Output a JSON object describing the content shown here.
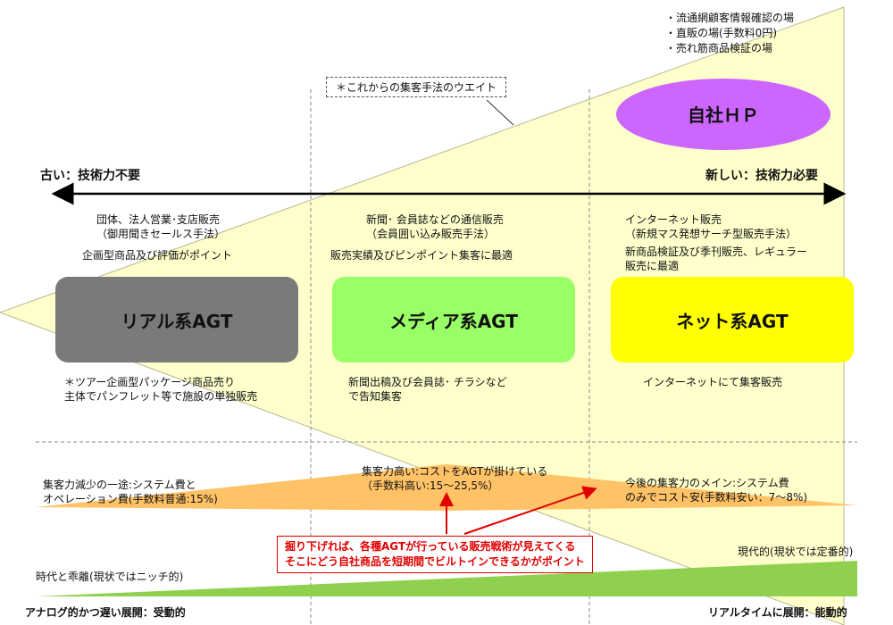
{
  "top_notes": [
    "・流通網顧客情報確認の場",
    "・直販の場(手数料0円)",
    "・売れ筋商品検証の場"
  ],
  "hp_label": "自社ＨＰ",
  "weight_note": "＊これからの集客手法のウエイト",
  "axis": {
    "left_label": "古い：技術力不要",
    "right_label": "新しい：技術力必要"
  },
  "columns": [
    {
      "heading_lines": [
        "団体、法人営業･支店販売",
        "（御用聞きセールス手法）"
      ],
      "point": "企画型商品及び評価がポイント",
      "box_label": "リアル系AGT",
      "box_color": "#7a7a7a",
      "below_lines": [
        "＊ツアー企画型パッケージ商品売り",
        "主体でパンフレット等で施設の単独販売"
      ]
    },
    {
      "heading_lines": [
        "新聞･ 会員誌などの通信販売",
        "（会員囲い込み販売手法）"
      ],
      "point": "販売実績及びピンポイント集客に最適",
      "box_label": "メディア系AGT",
      "box_color": "#99ff66",
      "below_lines": [
        "新聞出稿及び会員誌･ チラシなど",
        "で告知集客"
      ]
    },
    {
      "heading_lines": [
        "インターネット販売",
        "（新規マス発想サーチ型販売手法）"
      ],
      "point_lines": [
        "新商品検証及び季刊販売、レギュラー",
        "販売に最適"
      ],
      "box_label": "ネット系AGT",
      "box_color": "#ffff00",
      "below_lines": [
        "インターネットにて集客販売"
      ]
    }
  ],
  "cost": {
    "left_lines": [
      "集客力減少の一途:システム費と",
      "オペレーション費(手数料普通:15%)"
    ],
    "center_lines": [
      "集客力高い:コストをAGTが掛けている",
      "（手数料高い:15～25,5%）"
    ],
    "right_lines": [
      "今後の集客力のメイン:システム費",
      "のみでコスト安(手数料安い：7～8%)"
    ]
  },
  "red_note_lines": [
    "掘り下げれば、各種AGTが行っている販売戦術が見えてくる",
    "そこにどう自社商品を短期間でビルトインできるかがポイント"
  ],
  "bottom": {
    "left_upper": "時代と乖離(現状ではニッチ的)",
    "left_lower": "アナログ的かつ遅い展開：受動的",
    "right_upper": "現代的(現状では定番的)",
    "right_lower": "リアルタイムに展開：能動的"
  },
  "colors": {
    "triangle_fill": "#ffffcc",
    "cost_band": "#ffc266",
    "green_wedge": "#8fd14f",
    "hp_ellipse": "#cc66ff",
    "red": "#e00000"
  }
}
